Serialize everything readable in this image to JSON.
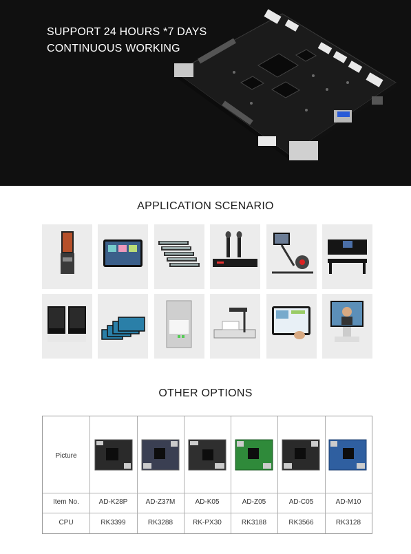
{
  "hero": {
    "line1": "SUPPORT 24 HOURS *7 DAYS",
    "line2": "CONTINUOUS WORKING"
  },
  "scenario": {
    "title": "APPLICATION SCENARIO",
    "items": [
      {
        "icon": "kiosk-icon"
      },
      {
        "icon": "tablet-display-icon"
      },
      {
        "icon": "bar-displays-icon"
      },
      {
        "icon": "wireless-microphone-icon"
      },
      {
        "icon": "rowing-machine-icon"
      },
      {
        "icon": "digital-piano-icon"
      },
      {
        "icon": "dual-screen-pos-icon"
      },
      {
        "icon": "panel-stack-icon"
      },
      {
        "icon": "smart-switch-panel-icon"
      },
      {
        "icon": "document-camera-icon"
      },
      {
        "icon": "touch-monitor-icon"
      },
      {
        "icon": "face-recognition-terminal-icon"
      }
    ]
  },
  "options": {
    "title": "OTHER OPTIONS",
    "row_labels": {
      "picture": "Picture",
      "item": "Item No.",
      "cpu": "CPU"
    },
    "boards": [
      {
        "item": "AD-K28P",
        "cpu": "RK3399",
        "color": "#2a2a2a"
      },
      {
        "item": "AD-Z37M",
        "cpu": "RK3288",
        "color": "#3a3f52"
      },
      {
        "item": "AD-K05",
        "cpu": "RK-PX30",
        "color": "#2f2f2f"
      },
      {
        "item": "AD-Z05",
        "cpu": "RK3188",
        "color": "#2f8a3a"
      },
      {
        "item": "AD-C05",
        "cpu": "RK3566",
        "color": "#2a2a2a"
      },
      {
        "item": "AD-M10",
        "cpu": "RK3128",
        "color": "#2f5fa0"
      }
    ]
  }
}
